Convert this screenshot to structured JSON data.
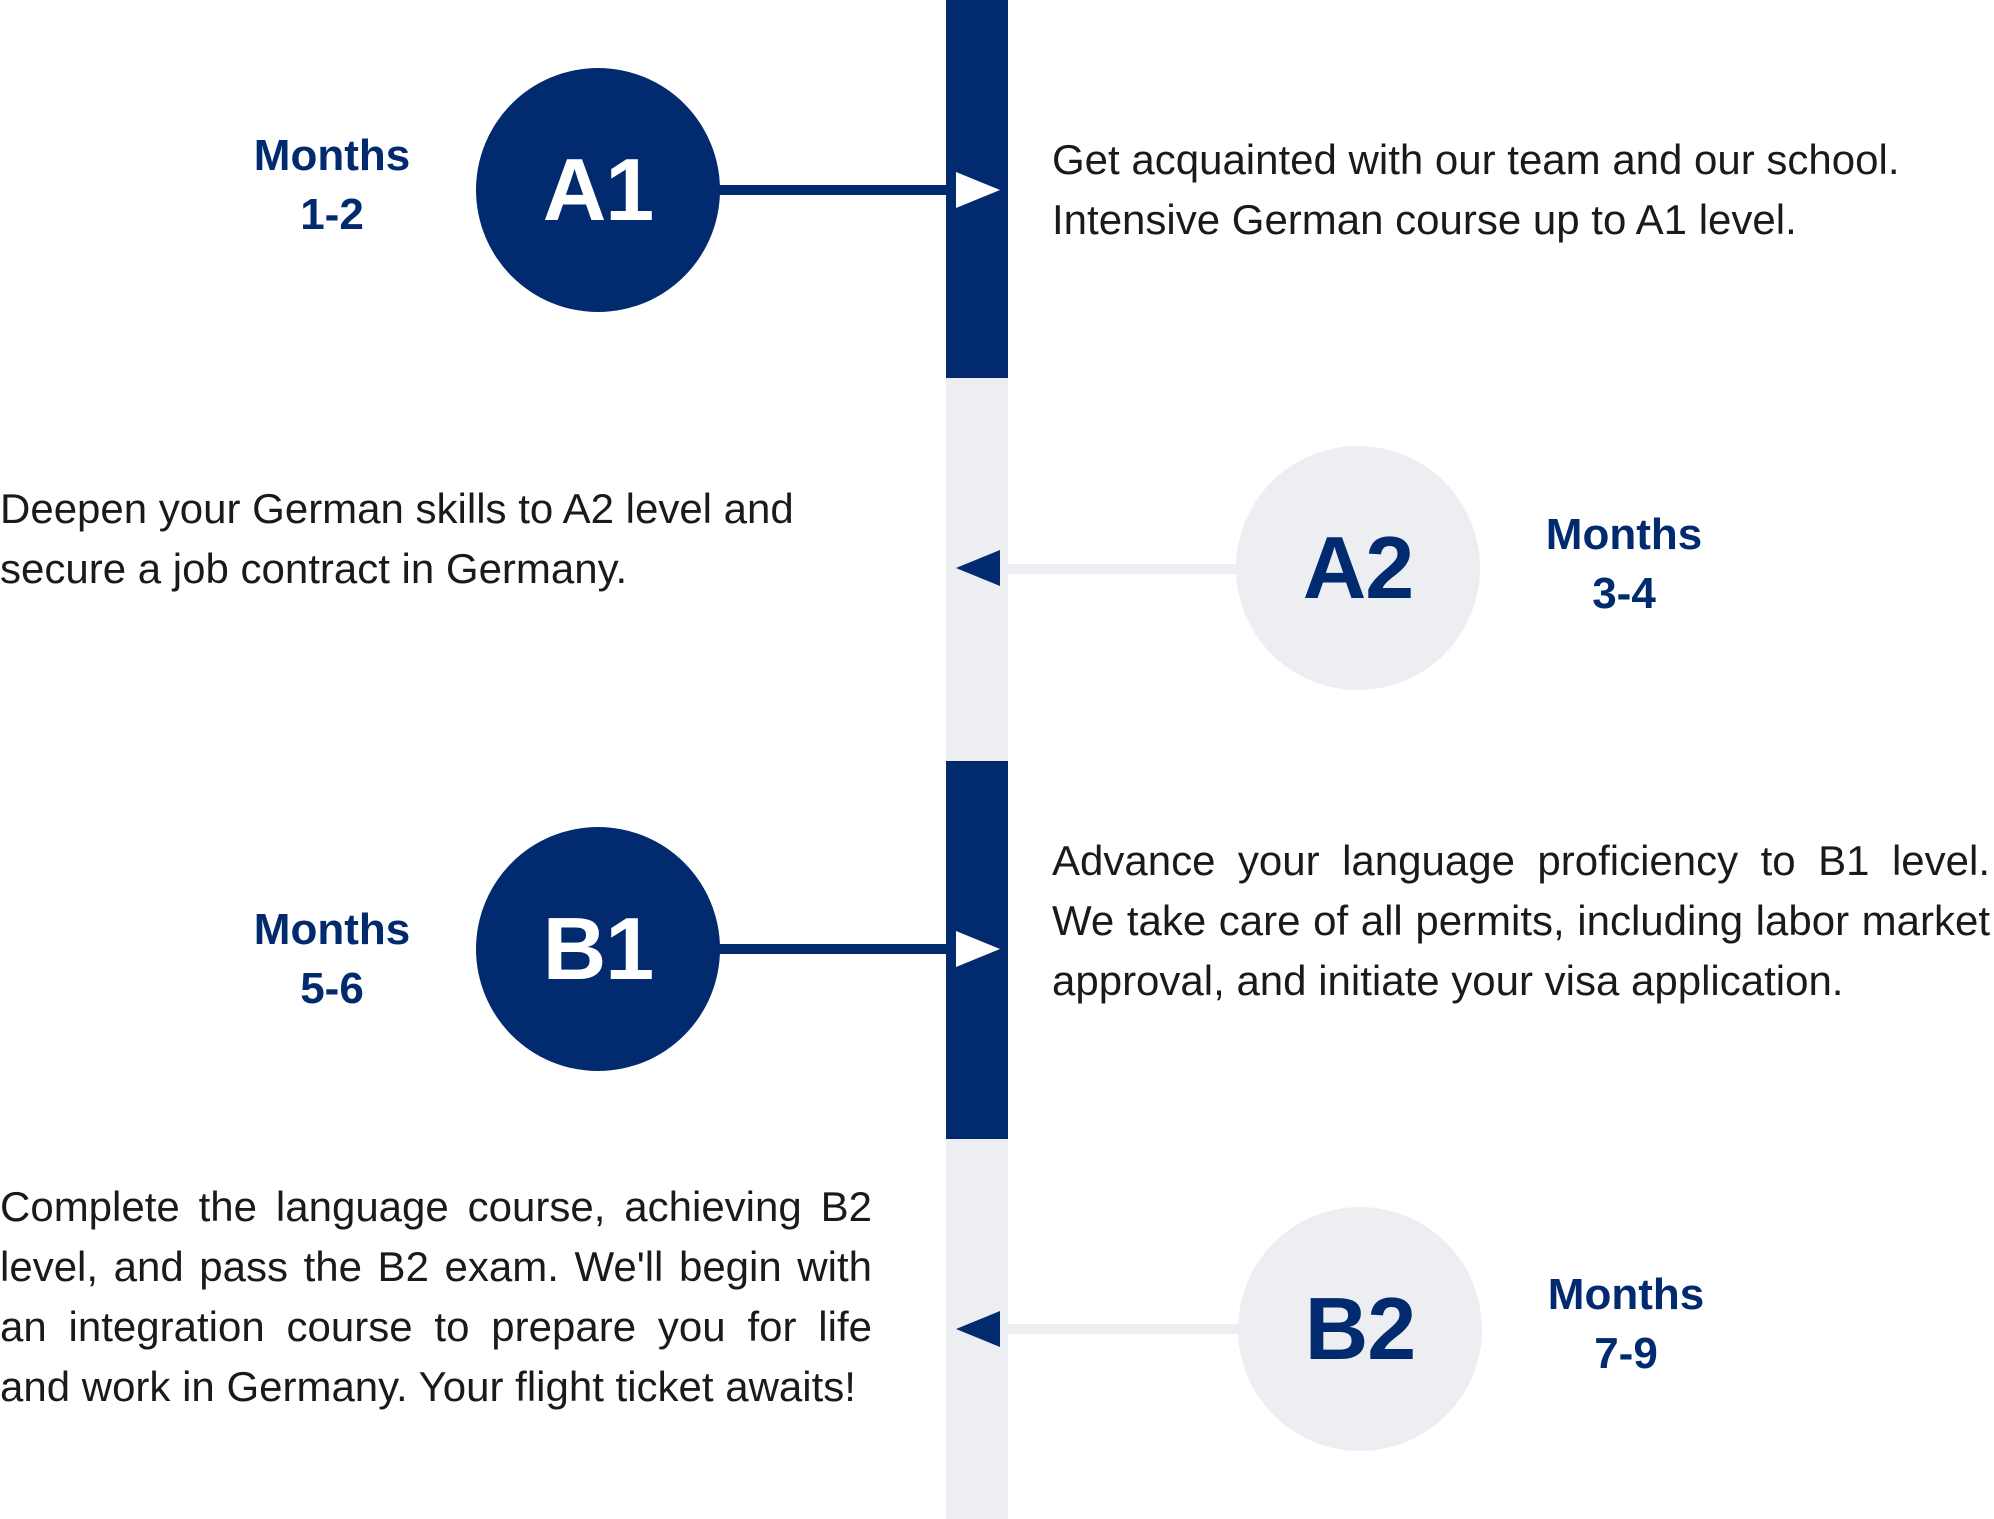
{
  "colors": {
    "accent_dark": "#022a6e",
    "accent_light": "#eceef1",
    "text": "#1a1a1a",
    "background": "#ffffff"
  },
  "icons": {
    "right_arrow": "triangle-right-icon",
    "left_arrow": "triangle-left-icon"
  },
  "steps": [
    {
      "level": "A1",
      "months_label": "Months",
      "months_range": "1-2",
      "description": "Get acquainted with our team and our school. Intensive German course up to A1 level."
    },
    {
      "level": "A2",
      "months_label": "Months",
      "months_range": "3-4",
      "description": "Deepen your German skills to A2 level and secure a job contract in Germany."
    },
    {
      "level": "B1",
      "months_label": "Months",
      "months_range": "5-6",
      "description": "Advance your language proficiency to B1 level. We take care of all permits, including labor market approval, and initiate your visa application."
    },
    {
      "level": "B2",
      "months_label": "Months",
      "months_range": "7-9",
      "description": "Complete the language course, achieving B2 level, and pass the B2 exam. We'll begin with an integration course to prepare you for life and work in Germany. Your flight ticket awaits!"
    }
  ]
}
